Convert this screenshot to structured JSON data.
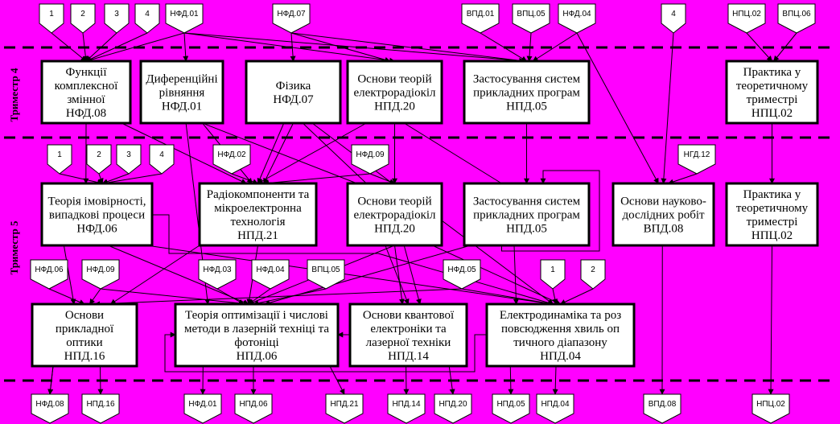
{
  "diagram": {
    "trimesters": [
      "Триместр 4",
      "Триместр 5"
    ],
    "boxes": {
      "b4_1": [
        "Функції",
        "комплексної",
        "змінної",
        "НФД.08"
      ],
      "b4_2": [
        "Диференційні",
        "рівняння",
        "НФД.01"
      ],
      "b4_3": [
        "Фізика",
        "НФД.07"
      ],
      "b4_4": [
        "Основи теорій",
        "електрорадіокіл",
        "НПД.20"
      ],
      "b4_5": [
        "Застосування систем",
        "прикладних програм",
        "НПД.05"
      ],
      "b4_6": [
        "Практика у",
        "теоретичному",
        "триместрі",
        "НПЦ.02"
      ],
      "b5_1": [
        "Теорія імовірності,",
        "випадкові процеси",
        "НФД.06"
      ],
      "b5_2": [
        "Радіокомпоненти та",
        "мікроелектронна",
        "технологія",
        "НПД.21"
      ],
      "b5_3": [
        "Основи теорій",
        "електрорадіокіл",
        "НПД.20"
      ],
      "b5_4": [
        "Застосування систем",
        "прикладних програм",
        "НПД.05"
      ],
      "b5_5": [
        "Основи науково-",
        "дослідних робіт",
        "ВПД.08"
      ],
      "b5_6": [
        "Практика у",
        "теоретичному",
        "триместрі",
        "НПЦ.02"
      ],
      "b6_1": [
        "Основи",
        "прикладної",
        "оптики",
        "НПД.16"
      ],
      "b6_2": [
        "Теорія оптимізації і числові",
        "методи в лазерній техніці та",
        "фотоніці",
        "НПД.06"
      ],
      "b6_3": [
        "Основи квантової",
        "електроніки та",
        "лазерної техніки",
        "НПД.14"
      ],
      "b6_4": [
        "Електродинаміка та роз",
        "повсюдження хвиль оп",
        "тичного діапазону",
        "НПД.04"
      ]
    },
    "tags": {
      "t_top_1": "1",
      "t_top_2": "2",
      "t_top_3": "3",
      "t_top_4": "4",
      "t_top_nfd01": "НФД.01",
      "t_top_nfd07": "НФД.07",
      "t_top_vpd01": "ВПД.01",
      "t_top_vpc05": "ВПЦ.05",
      "t_top_nfd04": "НФД.04",
      "t_top_4b": "4",
      "t_top_npc02": "НПЦ.02",
      "t_top_vpc06": "ВПЦ.06",
      "t_mid_1": "1",
      "t_mid_2": "2",
      "t_mid_3": "3",
      "t_mid_4": "4",
      "t_mid_nfd02": "НФД.02",
      "t_mid_nfd09": "НФД.09",
      "t_mid_ngd12": "НГД.12",
      "t_low_nfd06": "НФД.06",
      "t_low_nfd09": "НФД.09",
      "t_low_nfd03": "НФД.03",
      "t_low_nfd04": "НФД.04",
      "t_low_vpc05": "ВПЦ.05",
      "t_low_nfd05": "НФД.05",
      "t_low_1": "1",
      "t_low_2": "2",
      "o_nfd08": "НФД.08",
      "o_npd16": "НПД.16",
      "o_nfd01": "НФД.01",
      "o_npd06": "НПД.06",
      "o_npd21": "НПД.21",
      "o_npd14": "НПД.14",
      "o_npd20": "НПД.20",
      "o_npd05": "НПД.05",
      "o_npd04": "НПД.04",
      "o_vpd08": "ВПД.08",
      "o_npc02": "НПЦ.02"
    }
  }
}
